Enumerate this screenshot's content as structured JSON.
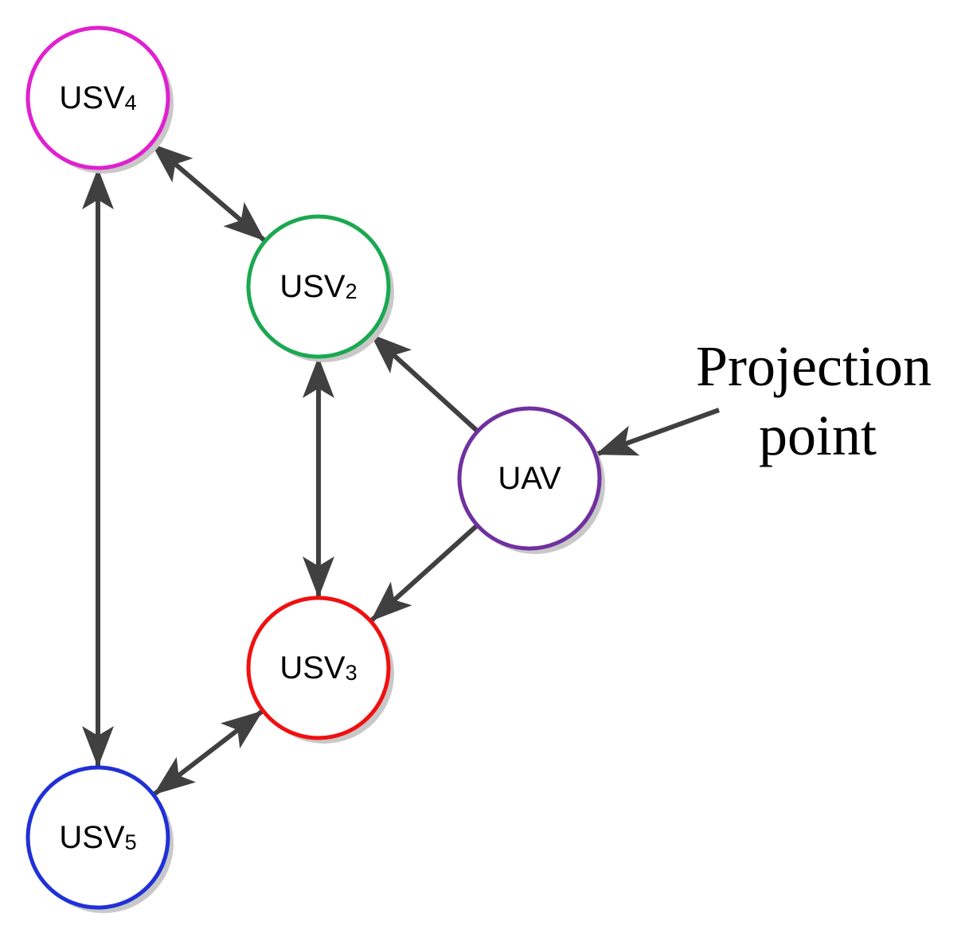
{
  "nodes": {
    "usv4": {
      "base": "USV",
      "sub": "4",
      "color": "#e020d0"
    },
    "usv2": {
      "base": "USV",
      "sub": "2",
      "color": "#1aa850"
    },
    "uav": {
      "base": "UAV",
      "sub": "",
      "color": "#7030a0"
    },
    "usv3": {
      "base": "USV",
      "sub": "3",
      "color": "#f01010"
    },
    "usv5": {
      "base": "USV",
      "sub": "5",
      "color": "#2030d8"
    }
  },
  "annotation": {
    "line1": "Projection",
    "line2": "point"
  },
  "edges": [
    {
      "from": "usv4",
      "to": "usv2",
      "direction": "both"
    },
    {
      "from": "usv4",
      "to": "usv5",
      "direction": "both"
    },
    {
      "from": "usv2",
      "to": "usv3",
      "direction": "both"
    },
    {
      "from": "usv3",
      "to": "usv5",
      "direction": "both"
    },
    {
      "from": "uav",
      "to": "usv2",
      "direction": "forward"
    },
    {
      "from": "uav",
      "to": "usv3",
      "direction": "forward"
    },
    {
      "from": "annotation",
      "to": "uav",
      "direction": "forward"
    }
  ],
  "edge_color": "#404040",
  "shadow_color": "#c8c8c8"
}
